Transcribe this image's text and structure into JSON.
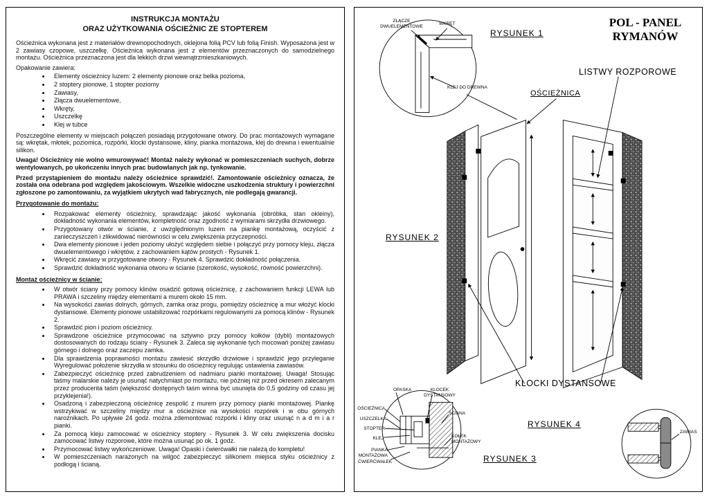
{
  "page_left": {
    "title_line1": "INSTRUKCJA  MONTAŻU",
    "title_line2": "ORAZ UŻYTKOWANIA OŚCIEŻNIC ZE STOPTEREM",
    "intro": "Ościeżnica wykonana jest z materiałów drewnopochodnych, oklejona folią PCV lub folią Finish. Wyposażona jest w 2 zawiasy czopowe, uszczelkę. Ościeżnica wykonana jest z elementów przeznaczonych do samodzielnego montażu. Ościeżnica przeznaczona jest dla lekkich drzwi wewnątrzmieszkaniowych.",
    "package_intro": "Opakowanie zawiera:",
    "package_items": [
      "Elementy ościeżnicy luzem: 2 elementy  pionowe oraz belka pozioma,",
      "2 stoptery pionowe, 1 stopter poziomy",
      "Zawiasy,",
      "Złącza dwuelementowe,",
      "Wkręty,",
      "Uszczelkę",
      "Klej w tubce"
    ],
    "tools": "Poszczególne elementy w miejscach połączeń posiadają przygotowane otwory. Do prac montażowych wymagane są: wkrętak, młotek, poziomica, rozpórki, klocki dystansowe, kliny, pianka montażowa, klej do drewna i ewentualnie silikon.",
    "warning1": "Uwaga! Ościeżnicy nie wolno wmurowywać! Montaż należy wykonać w pomieszczeniach suchych, dobrze wentylowanych, po ukończeniu innych prac budowlanych jak np. tynkowanie.",
    "warning2": "Przed przystąpieniem do montażu należy ościeżnice sprawdzić!. Zamontowanie ościeżnicy oznacza, że została ona odebrana pod względem jakościowym. Wszelkie widoczne uszkodzenia struktury i powierzchni zgłoszone po zamontowaniu, za wyjątkiem ukrytych wad fabrycznych, nie podlegają gwarancji.",
    "prep_heading": "Przygotowanie do montażu:",
    "prep_items": [
      "Rozpakować elementy ościeżnicy, sprawdzając jakość wykonania (obróbka, stan okleiny),  dokładność wykonania elementów, kompletność oraz zgodność z wymiarami skrzydła drzwiowego.",
      "Przygotowany otwór w ścianie, z uwzględnionym luzem na piankę montażową, oczyścić z zanieczyszczeń i zlikwidować nierówności w celu zwiększenia przyczepności.",
      "Dwa elementy pionowe i jeden poziomy ułożyć względem siebie i połączyć przy pomocy kleju, złącza dwuelementowego i wkrętów, z zachowaniem kątów prostych - Rysunek 1.",
      "Wkręcić zawiasy w przygotowane otwory - Rysunek 4. Sprawdzić dokładność połączenia.",
      "Sprawdzić dokładność wykonania otworu w ścianie (szerokość, wysokość, równość powierzchni)."
    ],
    "mount_heading": "Montaż ościeżnicy w ścianie:",
    "mount_items": [
      "W otwór ściany przy pomocy klinów osadzić gotową ościeżnicę, z zachowaniem funkcji LEWA lub PRAWA i szczeliny między elementami a murem około 15 mm.",
      "Na wysokości zawias dolnych, górnych, zamka oraz progu, pomiędzy ościeżnicę a mur włożyć klocki dystansowe. Elementy pionowe ustabilizować rozpórkami regulowanymi za pomocą klinów - Rysunek  2.",
      "Sprawdzić pion i poziom ościeżnicy.",
      "Sprawdzone ościeżnice przymocować na sztywno przy pomocy kołków (dybli) montażowych dostosowanych do rodzaju ściany - Rysunek 3. Zaleca się wykonanie tych mocowań poniżej zawiasu górnego i dolnego oraz zaczepu zamka.",
      "Dla sprawdzenia poprawności montażu zawiesić skrzydło drzwiowe i sprawdzić jego przyleganie Wyregulować położenie skrzydła w stosunku do ościeżnicy regulując ustawienia zawiasów.",
      "Zabezpieczyć ościeżnicę przed zabrudzeniem od nadmiaru pianki montażowej. Uwaga! Stosując taśmy malarskie należy je usunąć natychmiast po montażu, nie później niż przed okresem zalecanym przez producenta taśm (większość dostępnych taśm winna być usunięta do 0,5 godziny od czasu jej przyklejenia!).",
      "Osadzoną i zabezpieczoną ościeżnicę zespolić z murem przy pomocy pianki montażowej. Piankę wstrzykiwać w szczeliny między mur a ościeżnice na wysokości rozpórek i w obu górnych narożnikach. Po upływie 24 godz. można zdemontować rozpórki i kliny oraz usunąć n a d m i a r pianki.",
      "Za pomocą kleju zamocować w ościeżnicy stoptery - Rysunek 3. W celu zwiększenia docisku zamocować listwy rozporowe, które można usunąć po ok. 1 godz.",
      "Przymocować listwy wykończeniowe. Uwaga! Opaski i ćwierćwałki nie należą do kompletu!",
      "W pomieszczeniach narażonych na wilgoć zabezpieczyć silikonem miejsca styku ościeżnicy z podłogą i ścianą."
    ]
  },
  "page_right": {
    "figure1_label": "RYSUNEK 1",
    "figure2_label": "RYSUNEK 2",
    "figure3_label": "RYSUNEK 3",
    "figure4_label": "RYSUNEK 4",
    "brand_line1": "POL - PANEL",
    "brand_line2": "RYMANÓW",
    "label_listwy_rozporowe": "LISTWY ROZPOROWE",
    "label_oscieznica": "OŚCIEŻNICA",
    "label_klocki_dystansowe": "KLOCKI DYSTANSOWE",
    "fig1": {
      "zlacze": "ZŁĄCZE\nDWUELEMENTOWE",
      "wkret": "WKRĘT",
      "klej_do_drewna": "KLEJ DO DREWNA"
    },
    "fig3": {
      "opaska": "OPASKA",
      "klocek": "KLOCEK\nDYSTANSOWY",
      "oscieznica": "OŚCIEŻNICA",
      "uszczelka": "USZCZELKA",
      "stopter": "STOPTER",
      "klej": "KLEJ",
      "sciana": "ŚCIANA",
      "kolek": "KOŁEK\nMONTAŻOWY",
      "pianka": "PIANKA\nMONTAŻOWA",
      "cwiercwalek": "ĆWIERĆWAŁEK"
    },
    "fig4": {
      "zawias": "ZAWIAS"
    }
  }
}
